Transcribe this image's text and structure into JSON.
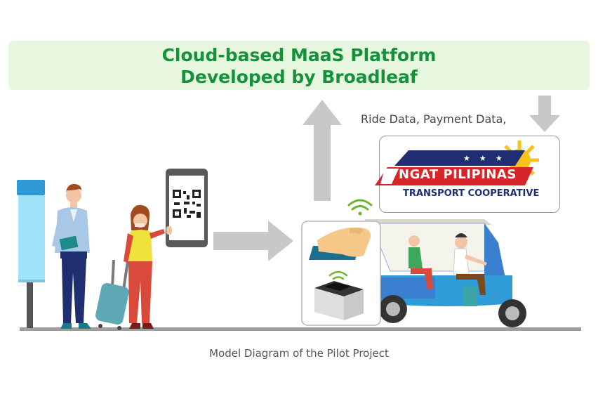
{
  "banner": {
    "line1": "Cloud-based MaaS Platform",
    "line2": "Developed by Broadleaf",
    "color": "#14923a",
    "background": "#e6f6df"
  },
  "data_flow_label": "Ride Data, Payment Data,",
  "logo": {
    "name_text": "NGAT PILIPINAS",
    "subtitle": "TRANSPORT COOPERATIVE",
    "stars": "★ ★ ★",
    "colors": {
      "red": "#d7262a",
      "navy": "#1f2e70",
      "sun": "#f7c21a"
    }
  },
  "caption": "Model Diagram of the Pilot Project",
  "icons": [
    "bus-stop-sign-icon",
    "man-icon",
    "woman-icon",
    "suitcase-icon",
    "smartphone-qr-icon",
    "arrow-right-icon",
    "arrow-up-icon",
    "arrow-down-icon",
    "nfc-reader-icon",
    "wifi-icon",
    "tricycle-icon"
  ]
}
